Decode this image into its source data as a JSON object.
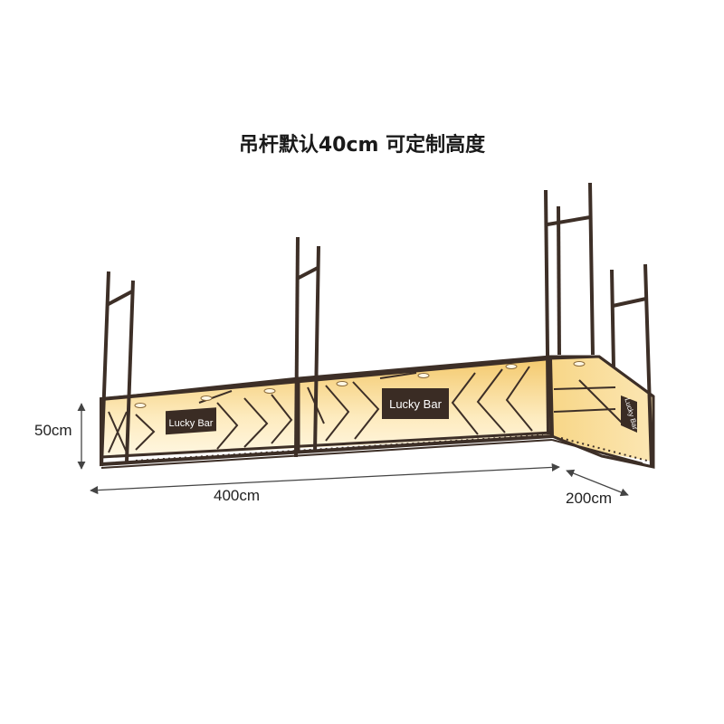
{
  "title": "吊杆默认40cm 可定制高度",
  "dimensions": {
    "height": "50cm",
    "length": "400cm",
    "width": "200cm"
  },
  "signs": {
    "left": "Lucky Bar",
    "center": "Lucky Bar",
    "side": "Lucky Bar"
  },
  "colors": {
    "frame": "#3d2f27",
    "light_panel": "#f6d27a",
    "light_glow": "#fde9b8",
    "sign_bg": "#3a2c24",
    "sign_text": "#ffffff",
    "dimension_line": "#444444"
  }
}
